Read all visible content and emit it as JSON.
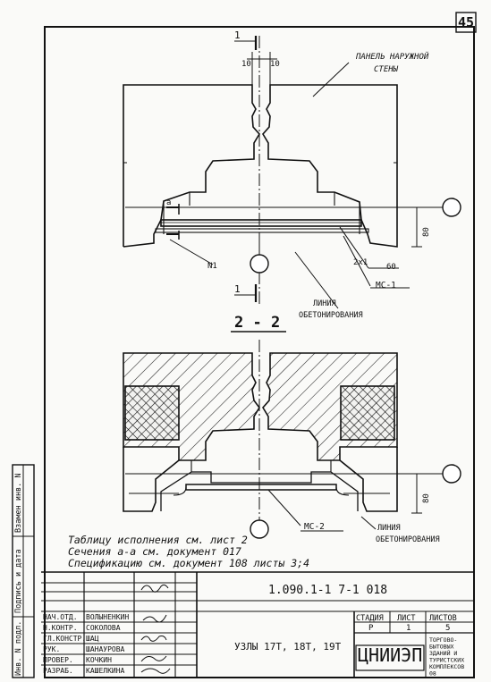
{
  "page_number": "45",
  "section_label": "2 - 2",
  "cut_mark": "1",
  "dimensions": {
    "top_left": "10",
    "top_right": "10",
    "height_upper": "80",
    "height_lower": "80",
    "offset": "60",
    "slope": "2x1"
  },
  "labels": {
    "panel_line1": "ПАНЕЛЬ НАРУЖНОЙ",
    "panel_line2": "СТЕНЫ",
    "a_mark": "a",
    "n1": "N1",
    "ms1": "МС-1",
    "concreting_line1": "ЛИНИЯ",
    "concreting_line2": "ОБЕТОНИРОВАНИЯ",
    "ms2": "МС-2",
    "concreting2_line1": "ЛИНИЯ",
    "concreting2_line2": "ОБЕТОНИРОВАНИЯ"
  },
  "notes": [
    "Таблицу исполнения см. лист 2",
    "Сечения  а-а  см. документ  017",
    "Спецификацию  см.  документ 108 листы 3;4"
  ],
  "sidebar": [
    "Взамен инв. N",
    "Подпись и дата",
    "Инв. N подл."
  ],
  "title_block": {
    "doc_code": "1.090.1-1   7-1  018",
    "title": "УЗЛЫ 17Т, 18Т, 19Т",
    "stage_header": "СТАДИЯ",
    "sheet_header": "ЛИСТ",
    "sheets_header": "ЛИСТОВ",
    "stage": "Р",
    "sheet": "1",
    "sheets": "5",
    "org_logo": "ЦНИИЭП",
    "org_name_lines": [
      "ТОРГОВО-",
      "БЫТОВЫХ",
      "ЗДАНИЙ И",
      "ТУРИСТСКИХ",
      "КОМПЛЕКСОВ",
      "08"
    ],
    "roles": [
      {
        "role": "НАЧ.ОТД.",
        "name": "ВОЛЫНЕНКИН"
      },
      {
        "role": "Н.КОНТР.",
        "name": "СОКОЛОВА"
      },
      {
        "role": "ГЛ.КОНСТР.",
        "name": "ШАЦ"
      },
      {
        "role": "РУК.",
        "name": "ШАНАУРОВА"
      },
      {
        "role": "ПРОВЕР.",
        "name": "КОЧКИН"
      },
      {
        "role": "РАЗРАБ.",
        "name": "КАШЕЛКИНА"
      }
    ]
  }
}
